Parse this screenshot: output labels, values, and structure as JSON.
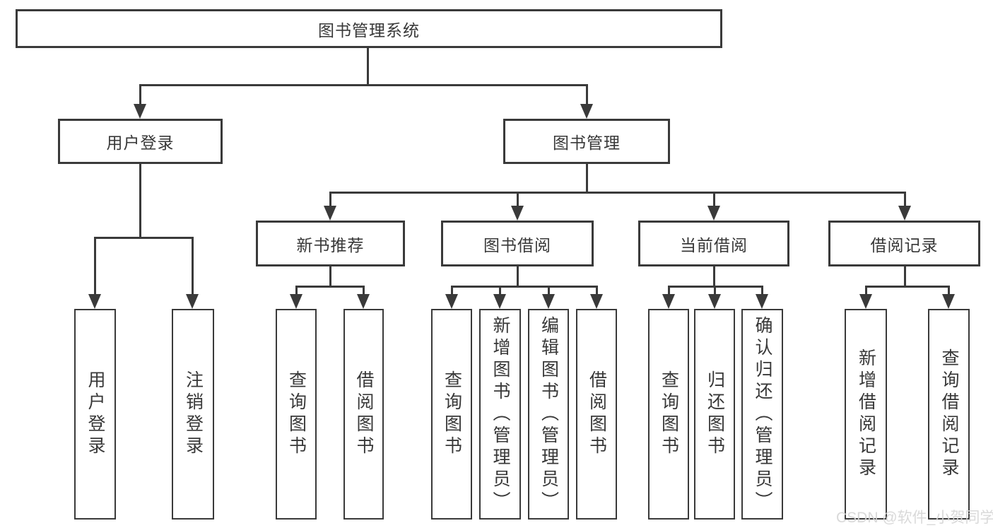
{
  "tree": {
    "label": "图书管理系统",
    "children": [
      {
        "label": "用户登录",
        "children": [
          {
            "label": "用户登录"
          },
          {
            "label": "注销登录"
          }
        ]
      },
      {
        "label": "图书管理",
        "children": [
          {
            "label": "新书推荐",
            "children": [
              {
                "label": "查询图书"
              },
              {
                "label": "借阅图书"
              }
            ]
          },
          {
            "label": "图书借阅",
            "children": [
              {
                "label": "查询图书"
              },
              {
                "label": "新增图书（管理员）"
              },
              {
                "label": "编辑图书（管理员）"
              },
              {
                "label": "借阅图书"
              }
            ]
          },
          {
            "label": "当前借阅",
            "children": [
              {
                "label": "查询图书"
              },
              {
                "label": "归还图书"
              },
              {
                "label": "确认归还（管理员）"
              }
            ]
          },
          {
            "label": "借阅记录",
            "children": [
              {
                "label": "新增借阅记录"
              },
              {
                "label": "查询借阅记录"
              }
            ]
          }
        ]
      }
    ]
  },
  "watermark": {
    "text": "CSDN @软件_小贺同学"
  },
  "colors": {
    "line": "#3a3a3a",
    "text": "#383838",
    "background": "#ffffff",
    "watermark": "#d6d6d6"
  }
}
